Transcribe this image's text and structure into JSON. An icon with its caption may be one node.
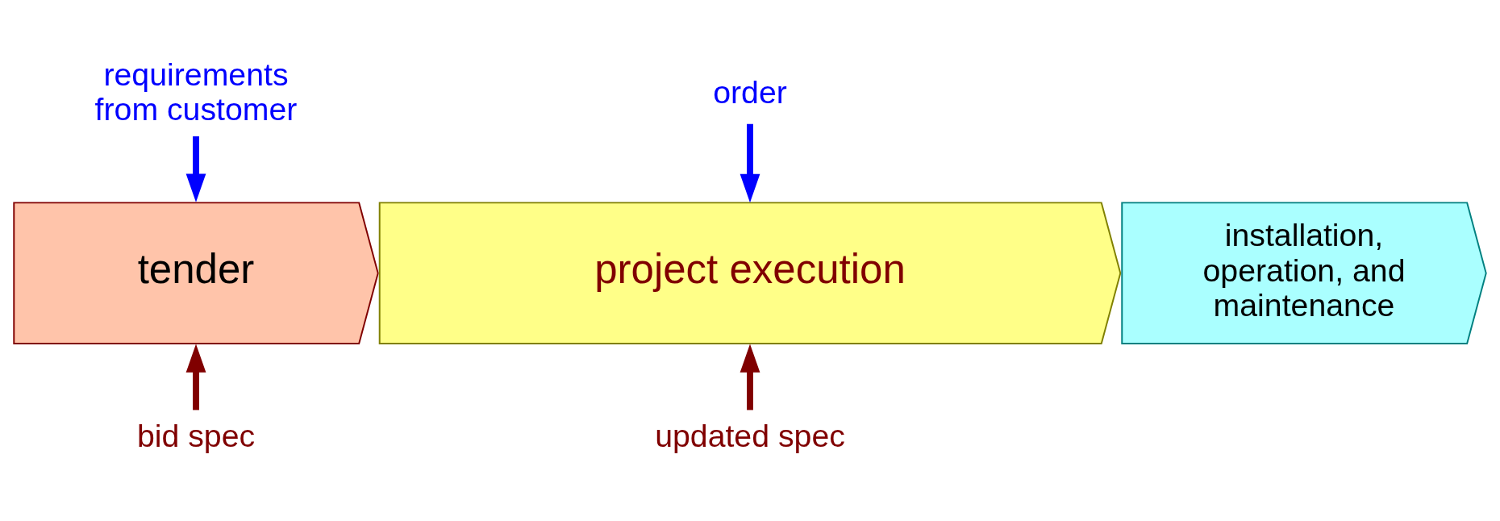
{
  "diagram": {
    "nodes": [
      {
        "text": [
          "requirements from customer"
        ]
      },
      {
        "text": [
          "order"
        ]
      },
      {
        "text": [
          "tender"
        ]
      },
      {
        "text": [
          "project execution"
        ]
      },
      {
        "text": [
          "installation, operation, and maintenance"
        ]
      },
      {
        "text": [
          "bid spec"
        ]
      },
      {
        "text": [
          "updated spec"
        ]
      }
    ],
    "edges": [
      {
        "from": 0,
        "to": 2,
        "arrow": "to",
        "color": "#0000ff"
      },
      {
        "from": 1,
        "to": 3,
        "arrow": "to",
        "color": "#0000ff"
      },
      {
        "from": 5,
        "to": 2,
        "arrow": "to",
        "color": "#800000"
      },
      {
        "from": 6,
        "to": 3,
        "arrow": "to",
        "color": "#800000"
      }
    ]
  }
}
